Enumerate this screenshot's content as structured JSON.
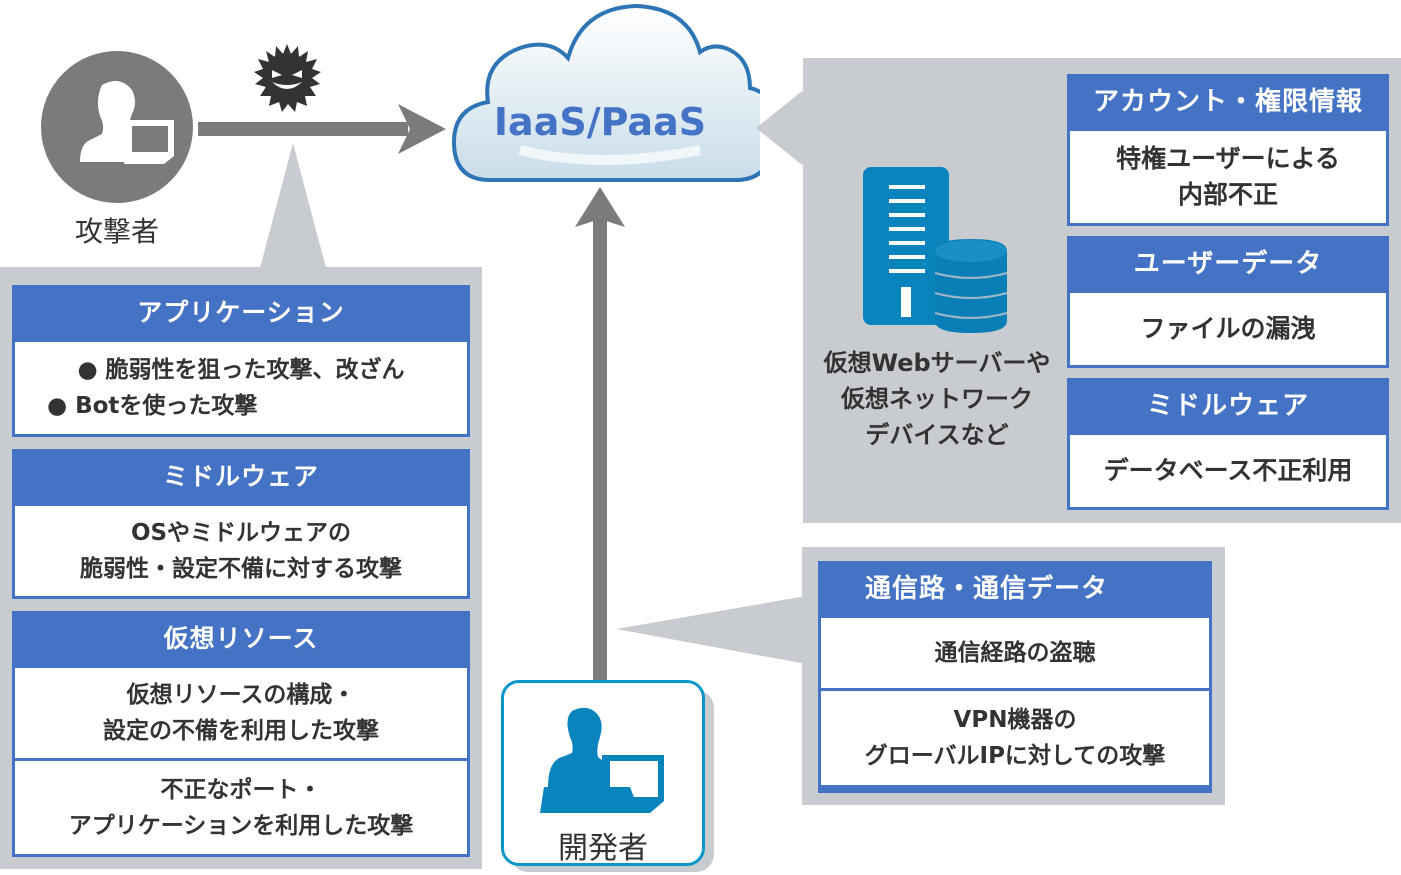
{
  "actors": {
    "attacker": {
      "label": "攻撃者",
      "icon": "attacker-person-icon"
    },
    "developer": {
      "label": "開発者",
      "icon": "developer-person-icon"
    }
  },
  "malware_icon": "malware-virus-icon",
  "cloud": {
    "label": "IaaS/PaaS",
    "icon": "cloud-icon"
  },
  "colors": {
    "card_header": "#4472c4",
    "panel_gray": "#c8ccd0",
    "arrow_gray": "#7b7b7b",
    "cloud_border": "#2e75b6",
    "developer_blue": "#0a84bd",
    "server_blue": "#0a84bd"
  },
  "left_panel": {
    "cards": [
      {
        "title": "アプリケーション",
        "bodies": [
          {
            "lines": [
              "● 脆弱性を狙った攻撃、改ざん",
              "● Botを使った攻撃"
            ]
          }
        ]
      },
      {
        "title": "ミドルウェア",
        "bodies": [
          {
            "lines": [
              "OSやミドルウェアの",
              "脆弱性・設定不備に対する攻撃"
            ]
          }
        ]
      },
      {
        "title": "仮想リソース",
        "bodies": [
          {
            "lines": [
              "仮想リソースの構成・",
              "設定の不備を利用した攻撃"
            ]
          },
          {
            "lines": [
              "不正なポート・",
              "アプリケーションを利用した攻撃"
            ]
          }
        ]
      }
    ]
  },
  "right_panel": {
    "server_icon": "server-database-icon",
    "server_caption": [
      "仮想Webサーバーや",
      "仮想ネットワーク",
      "デバイスなど"
    ],
    "cards": [
      {
        "title": "アカウント・権限情報",
        "bodies": [
          {
            "lines": [
              "特権ユーザーによる",
              "内部不正"
            ]
          }
        ]
      },
      {
        "title": "ユーザーデータ",
        "bodies": [
          {
            "lines": [
              "ファイルの漏洩"
            ]
          }
        ]
      },
      {
        "title": "ミドルウェア",
        "bodies": [
          {
            "lines": [
              "データベース不正利用"
            ]
          }
        ]
      }
    ]
  },
  "network_panel": {
    "cards": [
      {
        "title": "通信路・通信データ",
        "bodies": [
          {
            "lines": [
              "通信経路の盗聴"
            ]
          },
          {
            "lines": [
              "VPN機器の",
              "グローバルIPに対しての攻撃"
            ]
          }
        ]
      }
    ]
  }
}
